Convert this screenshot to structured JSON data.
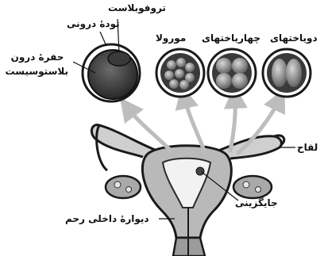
{
  "labels": {
    "trophoblast": "تروفوبلاست",
    "inner_cell_mass": "تودهٔ درونی",
    "blastocoel_line1": "حفرهٔ درون",
    "blastocoel_line2": "بلاستوسیست",
    "morula": "مورولا",
    "four_cell": "چهارياختهاى",
    "two_cell": "دوياختهاى",
    "fertilization": "لقاح",
    "implantation": "جایگزینی",
    "uterine_wall": "دیوارهٔ داخلی رحم"
  }
}
